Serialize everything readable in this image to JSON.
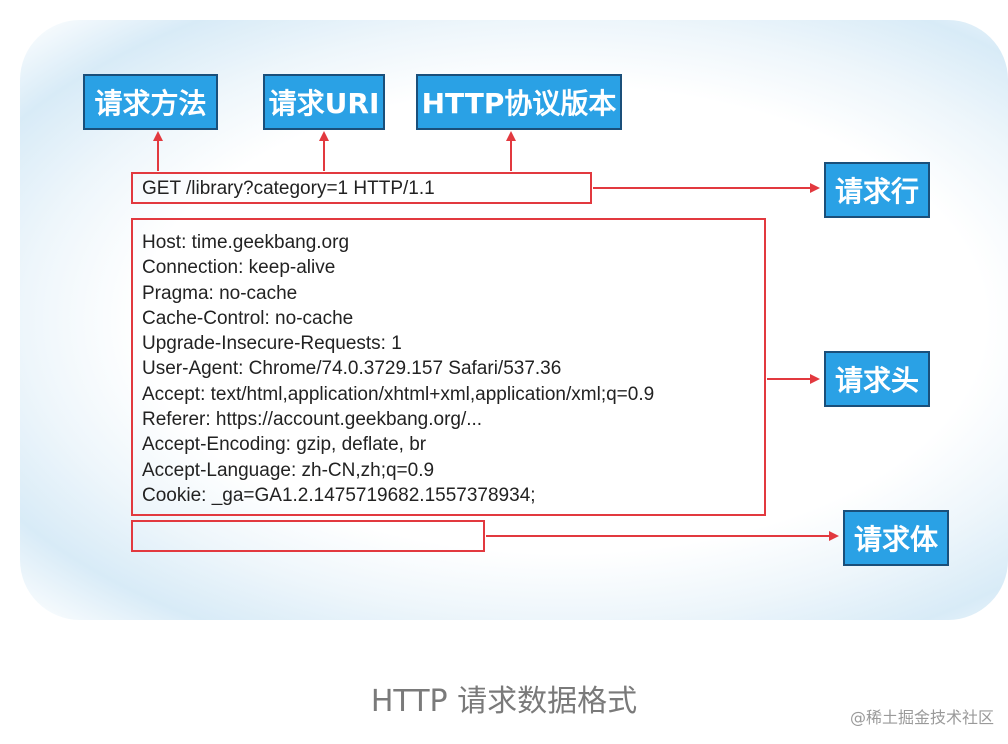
{
  "top_labels": {
    "method": "请求方法",
    "uri": "请求URI",
    "version": "HTTP协议版本"
  },
  "side_labels": {
    "request_line": "请求行",
    "request_headers": "请求头",
    "request_body": "请求体"
  },
  "request_line": "GET /library?category=1 HTTP/1.1",
  "headers": [
    "Host: time.geekbang.org",
    "Connection: keep-alive",
    "Pragma: no-cache",
    "Cache-Control: no-cache",
    "Upgrade-Insecure-Requests: 1",
    "User-Agent: Chrome/74.0.3729.157 Safari/537.36",
    "Accept: text/html,application/xhtml+xml,application/xml;q=0.9",
    "Referer: https://account.geekbang.org/...",
    "Accept-Encoding: gzip, deflate, br",
    "Accept-Language: zh-CN,zh;q=0.9",
    "Cookie: _ga=GA1.2.1475719682.1557378934;"
  ],
  "body_text": "",
  "caption": "HTTP 请求数据格式",
  "watermark": "@稀土掘金技术社区",
  "colors": {
    "label_fill": "#2aa1e5",
    "label_border": "#1a4f7a",
    "outline": "#e2393f"
  }
}
